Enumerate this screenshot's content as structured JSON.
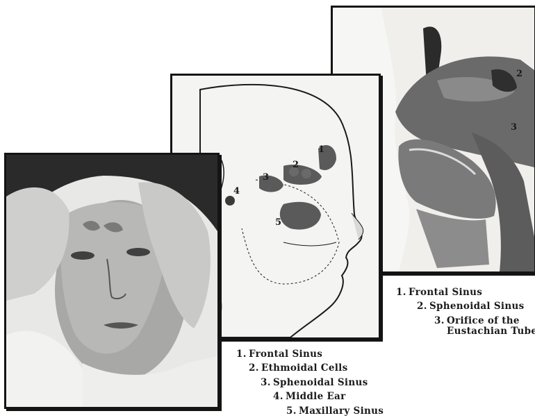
{
  "right_panel": {
    "labels": [
      {
        "id": "2",
        "text": "2"
      },
      {
        "id": "3",
        "text": "3"
      }
    ],
    "legend": [
      {
        "num": "1.",
        "text": "Frontal Sinus"
      },
      {
        "num": "2.",
        "text": "Sphenoidal Sinus"
      },
      {
        "num": "3.",
        "text": "Orifice of the",
        "text2": "Eustachian Tube"
      }
    ]
  },
  "middle_panel": {
    "labels": [
      {
        "id": "1",
        "text": "1"
      },
      {
        "id": "2",
        "text": "2"
      },
      {
        "id": "3",
        "text": "3"
      },
      {
        "id": "4",
        "text": "4"
      },
      {
        "id": "5",
        "text": "5"
      }
    ],
    "legend": [
      {
        "num": "1.",
        "text": "Frontal Sinus"
      },
      {
        "num": "2.",
        "text": "Ethmoidal Cells"
      },
      {
        "num": "3.",
        "text": "Sphenoidal Sinus"
      },
      {
        "num": "4.",
        "text": "Middle Ear"
      },
      {
        "num": "5.",
        "text": "Maxillary Sinus"
      }
    ]
  },
  "colors": {
    "frame": "#141414",
    "sinus_fill": "#5a5a5a",
    "tissue": "#6e6e6e",
    "paper": "#f4f4f2"
  }
}
